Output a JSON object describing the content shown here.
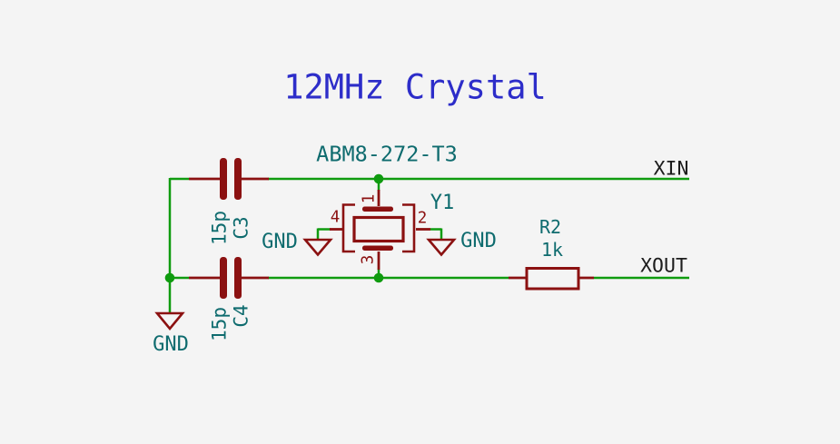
{
  "title": "12MHz Crystal",
  "colors": {
    "background": "#f4f4f4",
    "wire_green": "#0f9b0f",
    "component_red": "#8b1111",
    "text_teal": "#0e6b6e",
    "title_blue": "#2d2dc9",
    "label_black": "#1d1d1d"
  },
  "components": {
    "crystal": {
      "reference": "Y1",
      "part_number": "ABM8-272-T3",
      "pin_top": "1",
      "pin_right": "2",
      "pin_bottom": "3",
      "pin_left": "4"
    },
    "capacitor_c3": {
      "reference": "C3",
      "value": "15p"
    },
    "capacitor_c4": {
      "reference": "C4",
      "value": "15p"
    },
    "resistor_r2": {
      "reference": "R2",
      "value": "1k"
    }
  },
  "net_labels": {
    "xin": "XIN",
    "xout": "XOUT"
  },
  "power_symbols": {
    "bottom_left": "GND",
    "crystal_left": "GND",
    "crystal_right": "GND"
  }
}
